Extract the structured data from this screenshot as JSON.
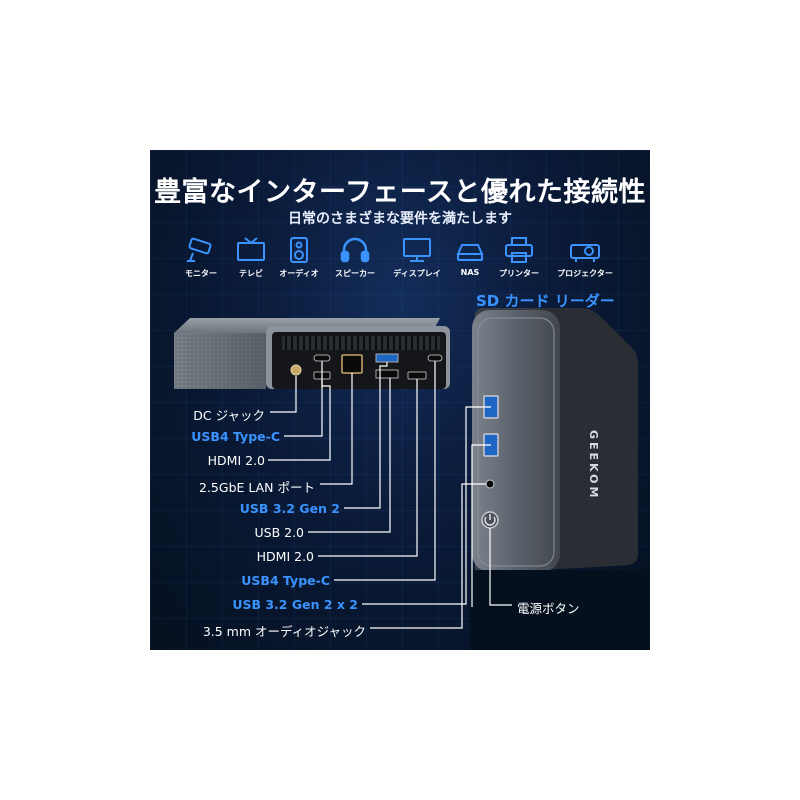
{
  "header": {
    "title": "豊富なインターフェースと優れた接続性",
    "subtitle": "日常のさまざまな要件を満たします"
  },
  "devices": [
    {
      "label": "モニター",
      "icon": "monitor-camera-icon"
    },
    {
      "label": "テレビ",
      "icon": "tv-icon"
    },
    {
      "label": "オーディオ",
      "icon": "speaker-icon"
    },
    {
      "label": "スピーカー",
      "icon": "headphones-icon"
    },
    {
      "label": "ディスプレイ",
      "icon": "display-icon"
    },
    {
      "label": "NAS",
      "icon": "nas-icon"
    },
    {
      "label": "プリンター",
      "icon": "printer-icon"
    },
    {
      "label": "プロジェクター",
      "icon": "projector-icon"
    }
  ],
  "sd_card_label": "SD カード リーダー",
  "product_brand": "GEEKOM",
  "ports": [
    {
      "label": "DC ジャック",
      "highlight": false
    },
    {
      "label": "USB4 Type-C",
      "highlight": true
    },
    {
      "label": "HDMI 2.0",
      "highlight": false
    },
    {
      "label": "2.5GbE LAN ポート",
      "highlight": false
    },
    {
      "label": "USB 3.2 Gen 2",
      "highlight": true
    },
    {
      "label": "USB 2.0",
      "highlight": false
    },
    {
      "label": "HDMI 2.0",
      "highlight": false
    },
    {
      "label": "USB4 Type-C",
      "highlight": true
    },
    {
      "label": "USB 3.2 Gen 2 x 2",
      "highlight": true
    },
    {
      "label": "3.5 mm オーディオジャック",
      "highlight": false
    }
  ],
  "power_label": "電源ボタン",
  "colors": {
    "accent": "#3a93ff",
    "background": "#0a1a38",
    "text": "#ffffff"
  }
}
